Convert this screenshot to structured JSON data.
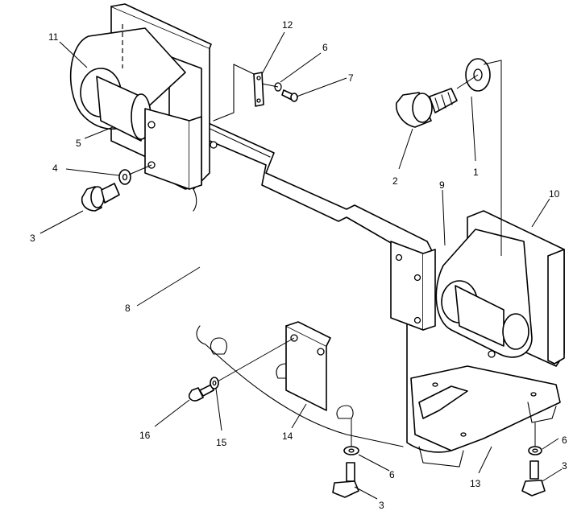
{
  "callouts": [
    {
      "id": "c1",
      "text": "1"
    },
    {
      "id": "c2",
      "text": "2"
    },
    {
      "id": "c3a",
      "text": "3"
    },
    {
      "id": "c4",
      "text": "4"
    },
    {
      "id": "c5",
      "text": "5"
    },
    {
      "id": "c6a",
      "text": "6"
    },
    {
      "id": "c7",
      "text": "7"
    },
    {
      "id": "c8",
      "text": "8"
    },
    {
      "id": "c9",
      "text": "9"
    },
    {
      "id": "c10",
      "text": "10"
    },
    {
      "id": "c11",
      "text": "11"
    },
    {
      "id": "c12",
      "text": "12"
    },
    {
      "id": "c13",
      "text": "13"
    },
    {
      "id": "c14",
      "text": "14"
    },
    {
      "id": "c15",
      "text": "15"
    },
    {
      "id": "c16",
      "text": "16"
    },
    {
      "id": "c6b",
      "text": "6"
    },
    {
      "id": "c3b",
      "text": "3"
    },
    {
      "id": "c6c",
      "text": "6"
    },
    {
      "id": "c3c",
      "text": "3"
    }
  ]
}
